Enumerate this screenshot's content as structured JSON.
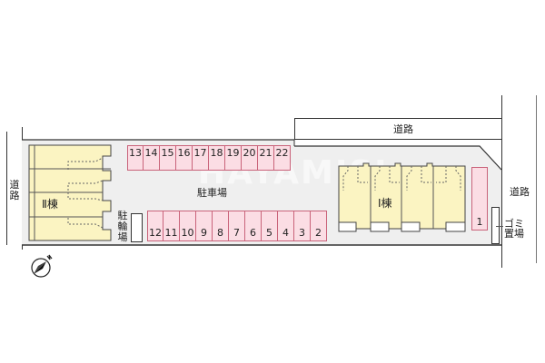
{
  "site_map": {
    "roads": {
      "west": "道路",
      "north": "道路",
      "east": "道路"
    },
    "buildings": {
      "building_2": "Ⅱ棟",
      "building_1": "Ⅰ棟"
    },
    "parking_lot_label": "駐車場",
    "bicycle_parking_label": "駐輪場",
    "garbage_area_label": "ゴミ置場",
    "parking_top_row": [
      "13",
      "14",
      "15",
      "16",
      "17",
      "18",
      "19",
      "20",
      "21",
      "22"
    ],
    "parking_bottom_row": [
      "12",
      "11",
      "10",
      "9",
      "8",
      "7",
      "6",
      "5",
      "4",
      "3",
      "2"
    ],
    "parking_single": "1",
    "watermark": "HAYAMISI",
    "compass": "north-arrow",
    "colors": {
      "building_fill": "#fbf4c2",
      "parking_fill": "#fbdde4",
      "parking_border": "#c9637a",
      "lot_fill": "#efefef"
    }
  }
}
